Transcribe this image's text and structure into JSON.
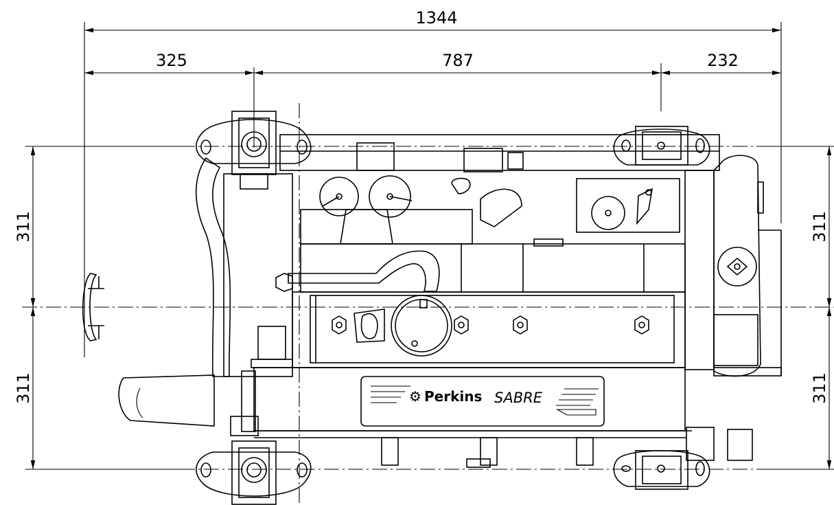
{
  "dimensions": {
    "overall_length": "1344",
    "front_offset": "325",
    "mount_spacing": "787",
    "rear_offset": "232",
    "half_width_left_top": "311",
    "half_width_left_bottom": "311",
    "half_width_right_top": "311",
    "half_width_right_bottom": "311"
  },
  "nameplate": {
    "logo_symbol": "⚙",
    "brand": "Perkins",
    "model": "SABRE"
  }
}
